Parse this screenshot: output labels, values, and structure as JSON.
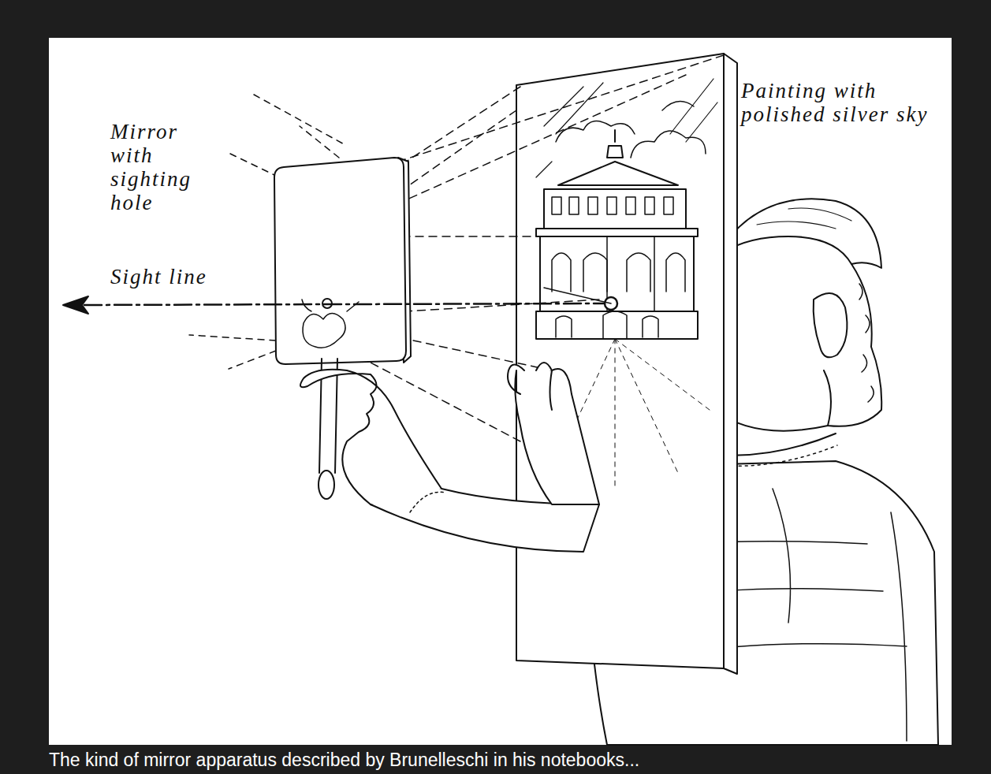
{
  "diagram": {
    "caption": "The kind of mirror apparatus described by Brunelleschi in his notebooks...",
    "labels": [
      "Mirror with sighting hole",
      "Sight line",
      "Painting with polished silver sky"
    ]
  }
}
